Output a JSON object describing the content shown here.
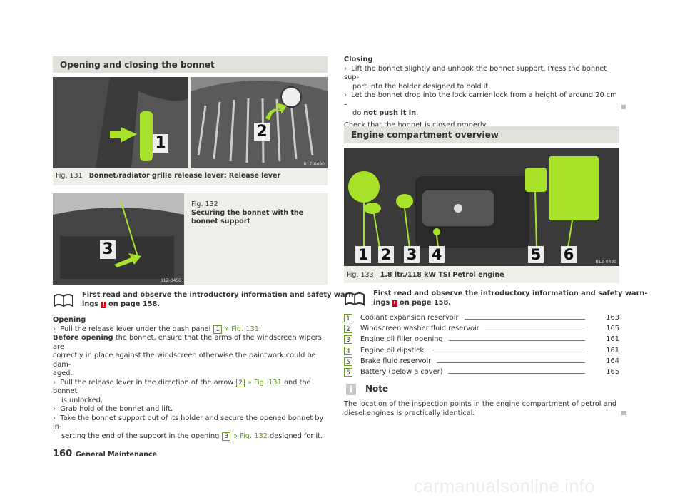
{
  "left": {
    "section_title": "Opening and closing the bonnet",
    "fig131": {
      "num": "Fig. 131",
      "title": "Bonnet/radiator grille release lever: Release lever",
      "code": "B1Z-0490",
      "call1": "1",
      "call2": "2"
    },
    "fig132": {
      "num": "Fig. 132",
      "title_line1": "Securing the bonnet with the",
      "title_line2": "bonnet support",
      "code": "B1Z-0456",
      "call3": "3"
    },
    "intro_line1": "First read and observe the introductory information and safety warn-",
    "intro_line2a": "ings",
    "intro_line2b": "on page 158.",
    "opening_heading": "Opening",
    "opening_b1a": "Pull the release lever under the dash panel",
    "opening_b1_num": "1",
    "opening_b1_ref": "» Fig. 131",
    "opening_b1_end": ".",
    "before_bold": "Before opening",
    "before_rest1": " the bonnet, ensure that the arms of the windscreen wipers are",
    "before_rest2": "correctly in place against the windscreen otherwise the paintwork could be dam-",
    "before_rest3": "aged.",
    "b2a": "Pull the release lever in the direction of the arrow",
    "b2_num": "2",
    "b2_ref": "» Fig. 131",
    "b2_end": " and the bonnet",
    "b2_line2": "is unlocked.",
    "b3": "Grab hold of the bonnet and lift.",
    "b4_line1": "Take the bonnet support out of its holder and secure the opened bonnet by in-",
    "b4_line2a": "serting the end of the support in the opening",
    "b4_num": "3",
    "b4_ref": "» Fig. 132",
    "b4_end": " designed for it."
  },
  "right": {
    "closing_heading": "Closing",
    "c1_line1": "Lift the bonnet slightly and unhook the bonnet support. Press the bonnet sup-",
    "c1_line2": "port into the holder designed to hold it.",
    "c2_line1": "Let the bonnet drop into the lock carrier lock from a height of around 20 cm –",
    "c2_line2a": "do ",
    "c2_line2b": "not push it in",
    "c2_line2c": ".",
    "check": "Check that the bonnet is closed properly.",
    "section_title": "Engine compartment overview",
    "fig133": {
      "num": "Fig. 133",
      "title": "1.8 ltr./118 kW TSI Petrol engine",
      "code": "B1Z-0480",
      "calls": [
        "1",
        "2",
        "3",
        "4",
        "5",
        "6"
      ]
    },
    "intro_line1": "First read and observe the introductory information and safety warn-",
    "intro_line2a": "ings",
    "intro_line2b": "on page 158.",
    "list": [
      {
        "n": "1",
        "label": "Coolant expansion reservoir",
        "page": "163"
      },
      {
        "n": "2",
        "label": "Windscreen washer fluid reservoir",
        "page": "165"
      },
      {
        "n": "3",
        "label": "Engine oil filler opening",
        "page": "161"
      },
      {
        "n": "4",
        "label": "Engine oil dipstick",
        "page": "161"
      },
      {
        "n": "5",
        "label": "Brake fluid reservoir",
        "page": "164"
      },
      {
        "n": "6",
        "label": "Battery (below a cover)",
        "page": "165"
      }
    ],
    "note_heading": "Note",
    "note_line1": "The location of the inspection points in the engine compartment of petrol and",
    "note_line2": "diesel engines is practically identical."
  },
  "footer": {
    "page_number": "160",
    "section": "General Maintenance"
  },
  "watermark": "carmanualsonline.info",
  "colors": {
    "accent": "#6a9a2a",
    "title_bg": "#e2e2dc",
    "warning": "#d0021b",
    "highlight": "#a8e22a"
  }
}
